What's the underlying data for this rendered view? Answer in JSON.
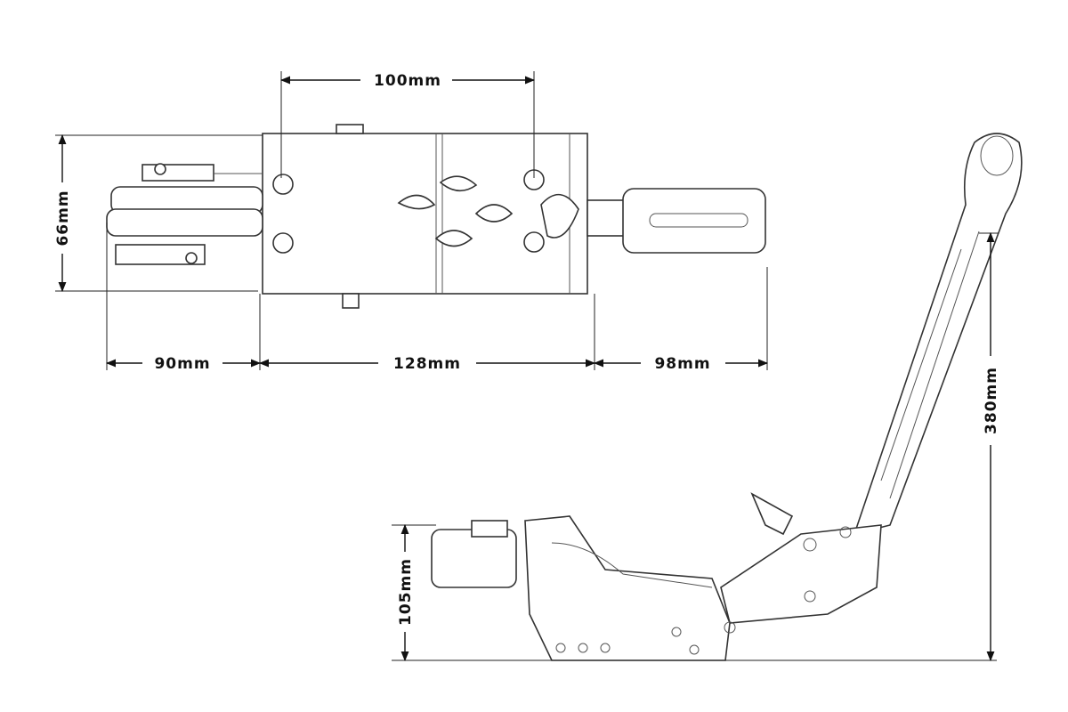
{
  "dimensions": {
    "top_width": "100mm",
    "height_top_view": "66mm",
    "left_length": "90mm",
    "body_length": "128mm",
    "shaft_length": "98mm",
    "handle_height": "380mm",
    "side_height": "105mm"
  }
}
